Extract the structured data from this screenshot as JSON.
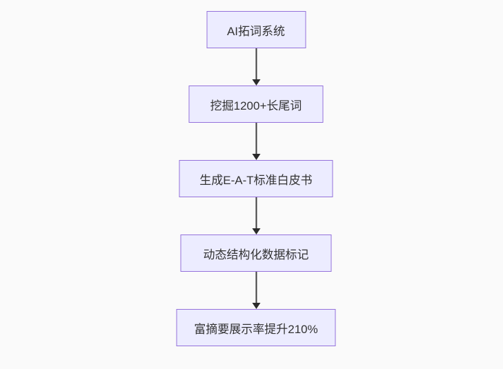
{
  "diagram": {
    "type": "flowchart",
    "direction": "top-down",
    "title": "",
    "nodes": [
      {
        "id": "step-1",
        "label": "AI拓词系统"
      },
      {
        "id": "step-2",
        "label": "挖掘1200+长尾词"
      },
      {
        "id": "step-3",
        "label": "生成E-A-T标准白皮书"
      },
      {
        "id": "step-4",
        "label": "动态结构化数据标记"
      },
      {
        "id": "step-5",
        "label": "富摘要展示率提升210%"
      }
    ],
    "edges": [
      {
        "from": "step-1",
        "to": "step-2",
        "style": "arrow"
      },
      {
        "from": "step-2",
        "to": "step-3",
        "style": "arrow"
      },
      {
        "from": "step-3",
        "to": "step-4",
        "style": "arrow"
      },
      {
        "from": "step-4",
        "to": "step-5",
        "style": "arrow"
      }
    ],
    "colors": {
      "background": "#FAFAFA",
      "node_fill": "#ECECFF",
      "node_border": "#9370DB",
      "text": "#333333",
      "arrow": "#333333"
    }
  }
}
